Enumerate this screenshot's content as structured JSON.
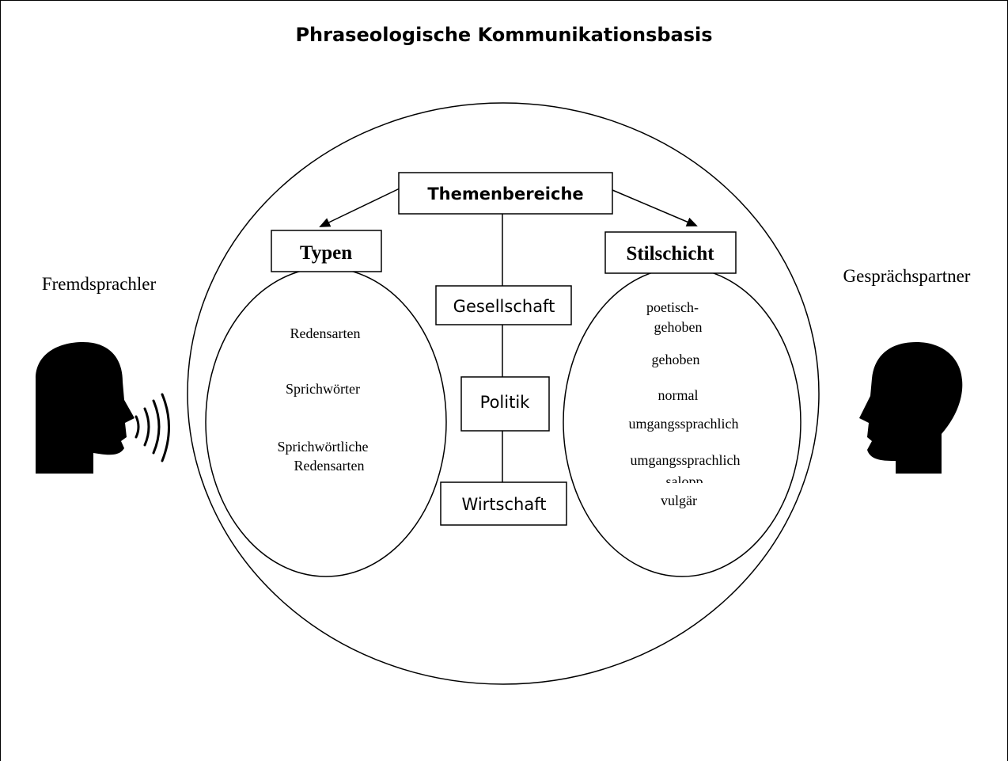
{
  "title": "Phraseologische Kommunikationsbasis",
  "speakers": {
    "left": "Fremdsprachler",
    "right": "Gesprächspartner"
  },
  "center": {
    "root": "Themenbereiche",
    "topics": [
      "Gesellschaft",
      "Politik",
      "Wirtschaft"
    ]
  },
  "left_group": {
    "heading": "Typen",
    "items": [
      "Redensarten",
      "Sprichwörter",
      "Sprichwörtliche",
      "Redensarten"
    ]
  },
  "right_group": {
    "heading": "Stilschicht",
    "items": [
      "poetisch-",
      "gehoben",
      "gehoben",
      "normal",
      "umgangssprachlich",
      "umgangssprachlich",
      "salopp",
      "vulgär"
    ]
  },
  "colors": {
    "stroke": "#000000",
    "background": "#ffffff"
  },
  "icons": [
    "speaking-head-icon",
    "listening-head-icon",
    "sound-waves-icon"
  ]
}
